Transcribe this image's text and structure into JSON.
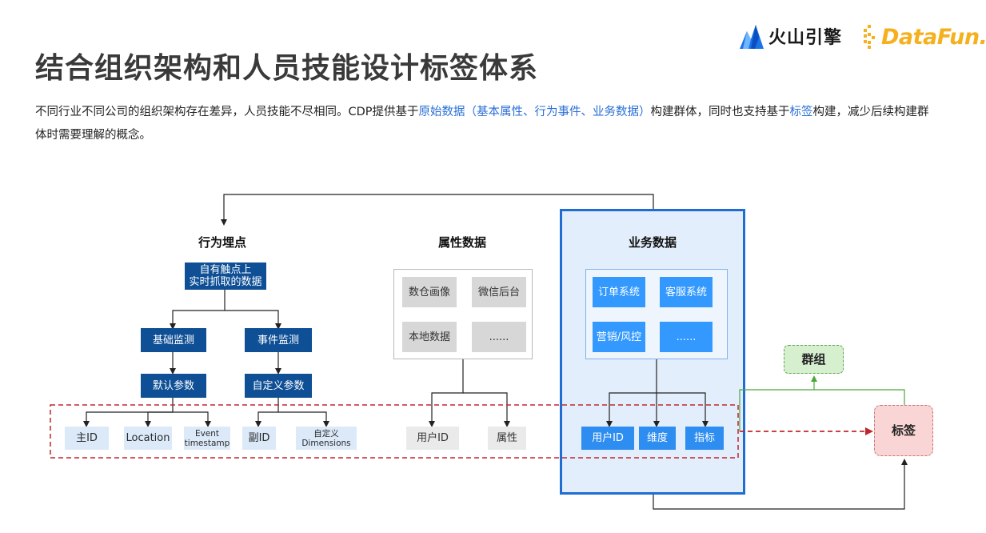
{
  "header": {
    "title": "结合组织架构和人员技能设计标签体系",
    "logo_volc": "火山引擎",
    "logo_datafun": "DataFun."
  },
  "description": {
    "part1": "不同行业不同公司的组织架构存在差异，人员技能不尽相同。CDP提供基于",
    "highlight1": "原始数据（基本属性、行为事件、业务数据）",
    "part2": "构建群体，同时也支持基于",
    "highlight2": "标签",
    "part3": "构建，减少后续构建群体时需要理解的概念。"
  },
  "colors": {
    "accent_text": "#2a6fd6",
    "navy": "#0e4f95",
    "bright_blue": "#3399ff",
    "panel_border": "#1f6cd4",
    "red_dashed": "#c0272d",
    "green": "#4aa83a"
  },
  "behavior": {
    "title": "行为埋点",
    "source": "自有触点上\n实时抓取的数据",
    "basic_monitor": "基础监测",
    "event_monitor": "事件监测",
    "default_params": "默认参数",
    "custom_params": "自定义参数",
    "fields": [
      "主ID",
      "Location",
      "Event\ntimestamp",
      "副ID",
      "自定义\nDimensions"
    ]
  },
  "attribute": {
    "title": "属性数据",
    "items": [
      "数仓画像",
      "微信后台",
      "本地数据",
      "......"
    ],
    "outputs": [
      "用户ID",
      "属性"
    ]
  },
  "business": {
    "title": "业务数据",
    "items": [
      "订单系统",
      "客服系统",
      "营销/风控",
      "......"
    ],
    "outputs": [
      "用户ID",
      "维度",
      "指标"
    ]
  },
  "group_label": "群组",
  "tag_label": "标签",
  "icons": [
    "volcano-logo-icon",
    "datafun-logo-icon",
    "arrow-icon"
  ]
}
